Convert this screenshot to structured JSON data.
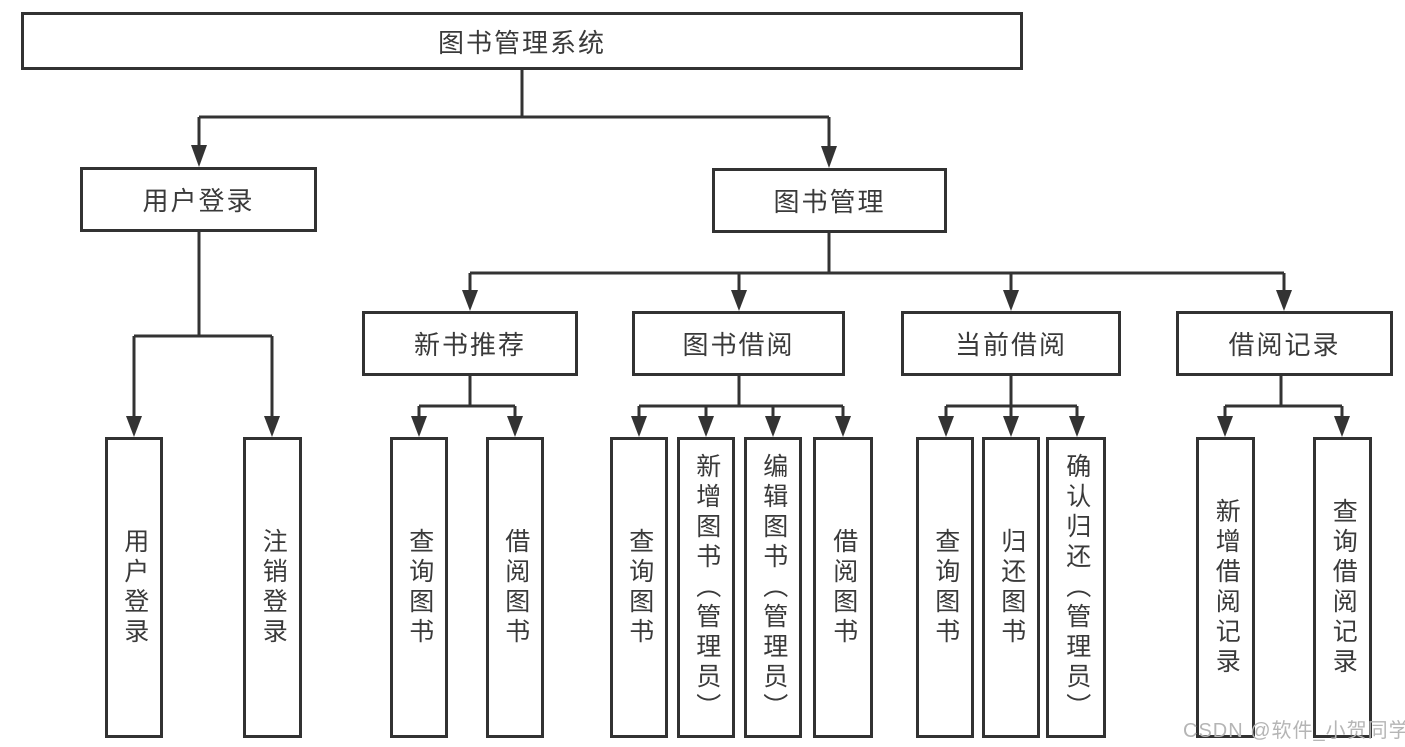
{
  "nodes": {
    "root": "图书管理系统",
    "user_login": "用户登录",
    "book_management": "图书管理",
    "new_book_recommend": "新书推荐",
    "book_borrowing": "图书借阅",
    "current_borrowing": "当前借阅",
    "borrowing_records": "借阅记录"
  },
  "leaves": {
    "user_login": [
      "用户登录",
      "注销登录"
    ],
    "new_book_recommend": [
      "查询图书",
      "借阅图书"
    ],
    "book_borrowing": [
      "查询图书",
      "新增图书（管理员）",
      "编辑图书（管理员）",
      "借阅图书"
    ],
    "current_borrowing": [
      "查询图书",
      "归还图书",
      "确认归还（管理员）"
    ],
    "borrowing_records": [
      "新增借阅记录",
      "查询借阅记录"
    ]
  },
  "watermark": "CSDN @软件_小贺同学",
  "colors": {
    "line": "#333333",
    "box_border": "#323232",
    "text": "#3a3a3a",
    "watermark": "#b5b5b5",
    "background": "#ffffff"
  }
}
